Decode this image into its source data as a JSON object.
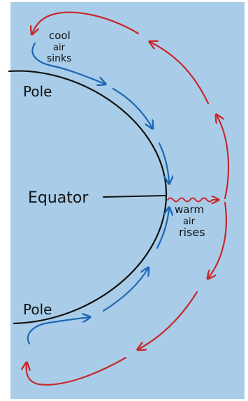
{
  "diagram": {
    "colors": {
      "paper": "#a9cde8",
      "ink": "#111111",
      "cool": "#1e67b5",
      "warm": "#c8282c",
      "frame": "#ffffff"
    },
    "labels": {
      "cool_air_line1": "cool",
      "cool_air_line2": "air",
      "cool_air_line3": "sinks",
      "pole_top": "Pole",
      "equator": "Equator",
      "warm_air_line1": "warm",
      "warm_air_line2": "air",
      "warm_air_line3": "rises",
      "pole_bottom": "Pole"
    }
  }
}
